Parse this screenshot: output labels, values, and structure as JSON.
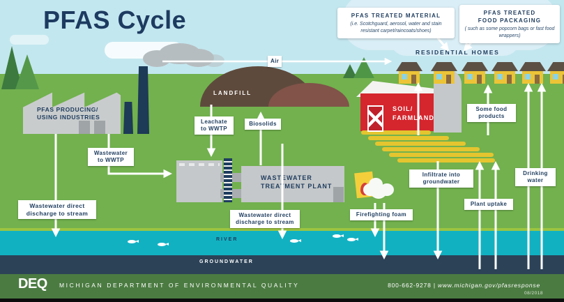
{
  "title": "PFAS Cycle",
  "callouts": {
    "material": {
      "title": "PFAS TREATED MATERIAL",
      "subtitle": "(i.e. Scotchguard, aerosol, water and stain resistant carpet/raincoats/shoes)"
    },
    "packaging": {
      "title": "PFAS TREATED\nFOOD PACKAGING",
      "subtitle": "( such as some popcorn bags or fast food wrappers)"
    }
  },
  "labels": {
    "air": "Air",
    "residential_homes": "RESIDENTIAL HOMES",
    "landfill": "LANDFILL",
    "industries": "PFAS PRODUCING/\nUSING INDUSTRIES",
    "wastewater_to_wwtp": "Wastewater\nto WWTP",
    "leachate": "Leachate\nto WWTP",
    "biosolids": "Biosolids",
    "wwtp": "WASTEWATER TREATMENT PLANT",
    "soil_farmland": "SOIL/\nFARMLAND",
    "discharge": "Wastewater direct\ndischarge to stream",
    "firefighting_foam": "Firefighting foam",
    "infiltrate": "Infiltrate into\ngroundwater",
    "some_food": "Some food\nproducts",
    "plant_uptake": "Plant uptake",
    "drinking_water": "Drinking\nwater",
    "river": "RIVER",
    "groundwater": "GROUNDWATER"
  },
  "footer": {
    "logo": "DEQ",
    "agency": "MICHIGAN DEPARTMENT OF ENVIRONMENTAL QUALITY",
    "phone": "800-662-9278",
    "separator": "|",
    "website": "www.michigan.gov/pfasresponse",
    "date": "08/2018"
  },
  "colors": {
    "navy_text": "#1e3c5e",
    "sky": "#c3e7ef",
    "grass": "#72b14e",
    "river": "#12b1c2",
    "groundwater": "#2b4257",
    "footer_green": "#4b7b41",
    "barn_red": "#d5252d",
    "house_yellow": "#ecc437",
    "crop_yellow": "#e5c52f",
    "landfill_brown": "#5e4a3c"
  }
}
